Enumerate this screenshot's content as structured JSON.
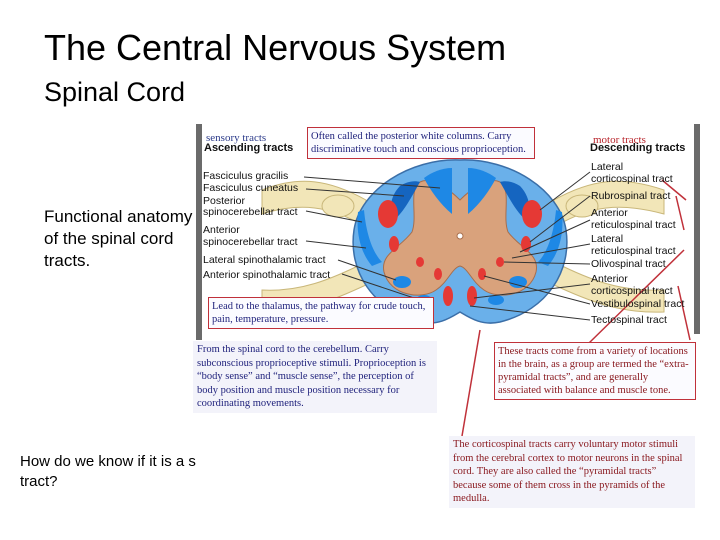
{
  "slide": {
    "title": "The Central Nervous System",
    "subtitle": "Spinal Cord",
    "side_note": "Functional anatomy of the spinal cord tracts.",
    "question": "How do we know if it is a sensory tract or motor tract?"
  },
  "diagram": {
    "left_header_small": "sensory tracts",
    "left_header": "Ascending tracts",
    "right_header_small": "motor tracts",
    "right_header": "Descending tracts",
    "ascending_tracts": [
      "Fasciculus gracilis",
      "Fasciculus cuneatus",
      "Posterior",
      "spinocerebellar tract",
      "Anterior",
      "spinocerebellar tract",
      "Lateral spinothalamic tract",
      "Anterior spinothalamic tract"
    ],
    "descending_tracts": [
      "Lateral",
      "corticospinal tract",
      "Rubrospinal tract",
      "Anterior",
      "reticulospinal tract",
      "Lateral",
      "reticulospinal tract",
      "Olivospinal tract",
      "Anterior",
      "corticospinal tract",
      "Vestibulospinal tract",
      "Tectospinal tract"
    ],
    "callouts": {
      "posterior_columns": "Often called the posterior white columns. Carry discriminative touch and conscious proprioception.",
      "spinothalamic": "Lead to the thalamus, the pathway for crude touch, pain, temperature, pressure.",
      "spinocerebellar": "From the spinal cord to the cerebellum. Carry subconscious proprioceptive stimuli. Proprioception is “body sense” and “muscle sense”, the perception of body position and muscle position necessary for coordinating movements.",
      "extrapyramidal": "These tracts come from a variety of locations in the brain, as a group are termed the “extra-pyramidal tracts”, and are generally associated with balance and muscle tone.",
      "corticospinal": "The corticospinal tracts carry voluntary motor stimuli from the cerebral cortex to motor neurons in the spinal cord. They are also called the “pyramidal tracts” because some of them cross in the pyramids of the medulla."
    },
    "colors": {
      "sensory": "#1e88e5",
      "motor": "#e53935",
      "gray_matter": "#d9a27c",
      "white_matter": "#6ab0ea",
      "nerve_roots": "#f2e6b8",
      "callout_border": "#c0313a"
    }
  }
}
